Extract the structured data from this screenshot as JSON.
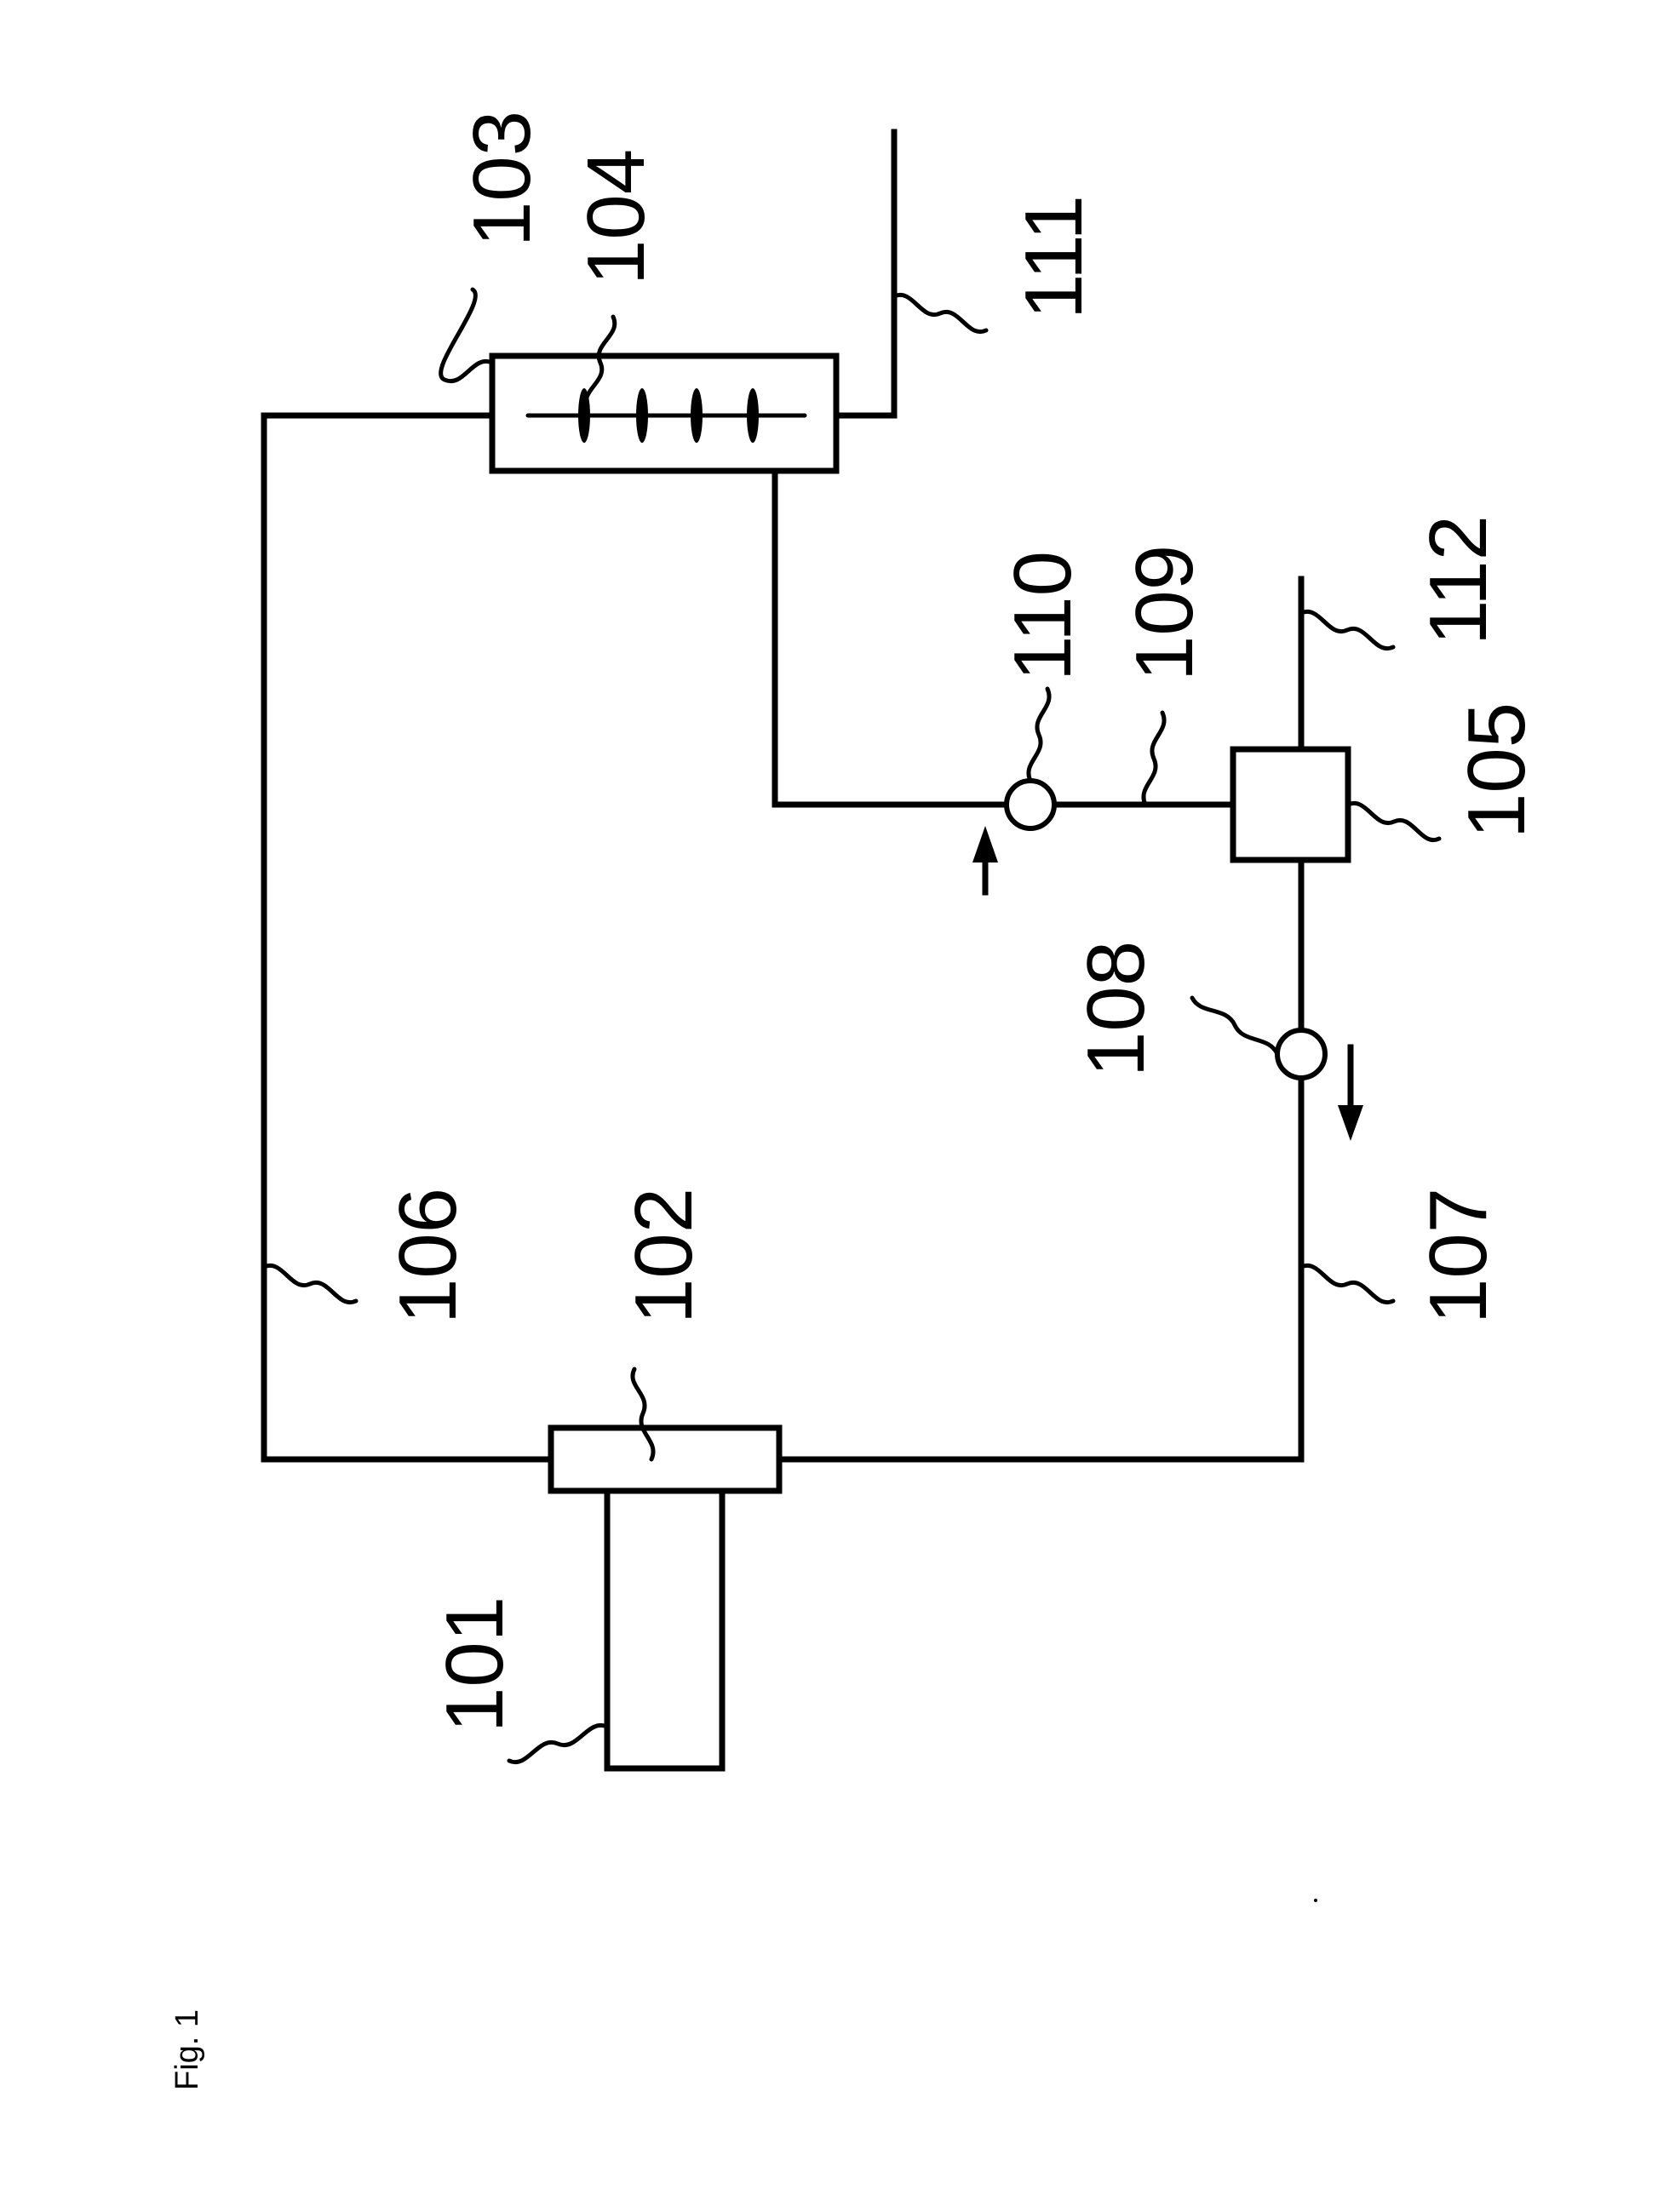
{
  "figure_caption": "Fig. 1",
  "reference_numerals": {
    "r101": "101",
    "r102": "102",
    "r103": "103",
    "r104": "104",
    "r105": "105",
    "r106": "106",
    "r107": "107",
    "r108": "108",
    "r109": "109",
    "r110": "110",
    "r111": "111",
    "r112": "112"
  }
}
